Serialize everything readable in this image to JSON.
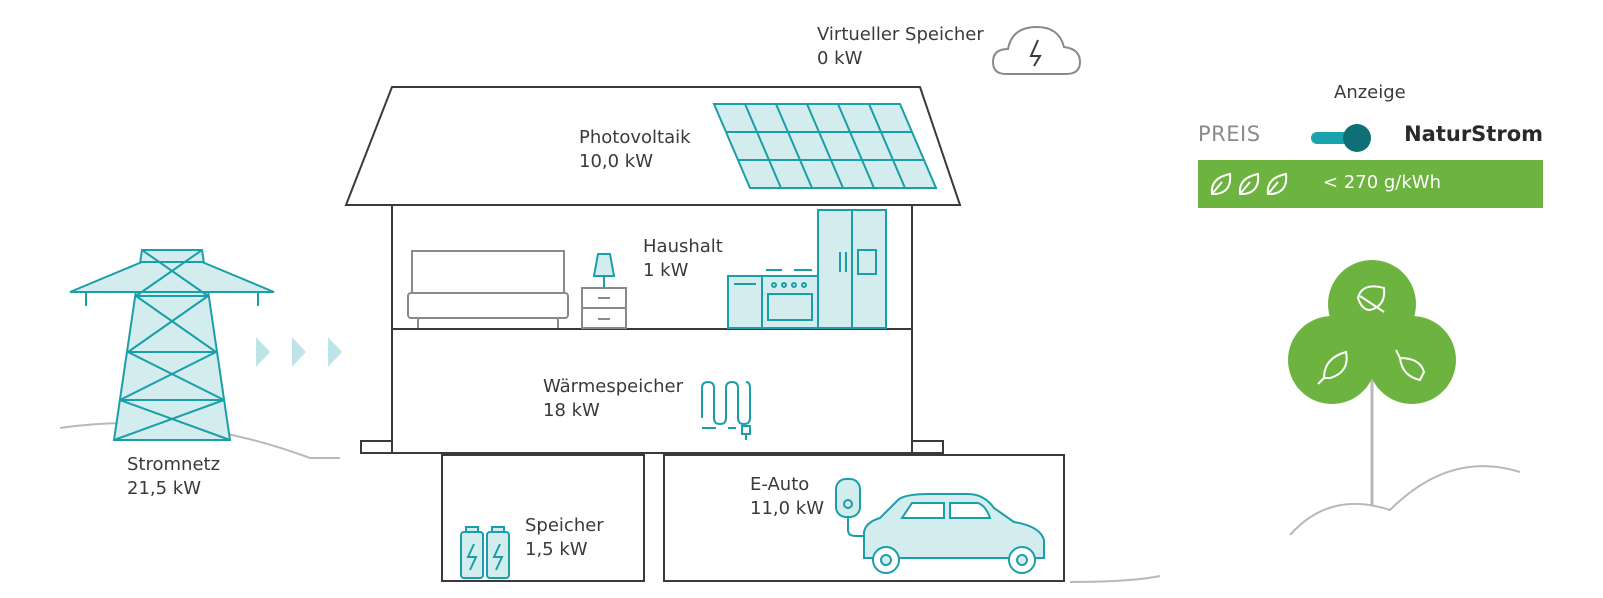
{
  "colors": {
    "line": "#3a3a3a",
    "teal": "#1a9ea8",
    "teal_fill": "#d3edee",
    "green": "#6db33f",
    "grey": "#b8b8b8"
  },
  "nodes": {
    "cloud": {
      "name": "Virtueller Speicher",
      "value": "0 kW"
    },
    "photovoltaik": {
      "name": "Photovoltaik",
      "value": "10,0 kW"
    },
    "haushalt": {
      "name": "Haushalt",
      "value": "1 kW"
    },
    "waermespeicher": {
      "name": "Wärmespeicher",
      "value": "18 kW"
    },
    "stromnetz": {
      "name": "Stromnetz",
      "value": "21,5 kW"
    },
    "speicher": {
      "name": "Speicher",
      "value": "1,5 kW"
    },
    "eauto": {
      "name": "E-Auto",
      "value": "11,0 kW"
    }
  },
  "display": {
    "title": "Anzeige",
    "left_option": "PREIS",
    "right_option": "NaturStrom",
    "selected": "NaturStrom"
  },
  "co2": {
    "text": "< 270 g/kWh",
    "leaf_count": 3,
    "icon": "leaf-icon"
  },
  "tree": {
    "icon": "tree-icon",
    "leaf_count": 3
  }
}
